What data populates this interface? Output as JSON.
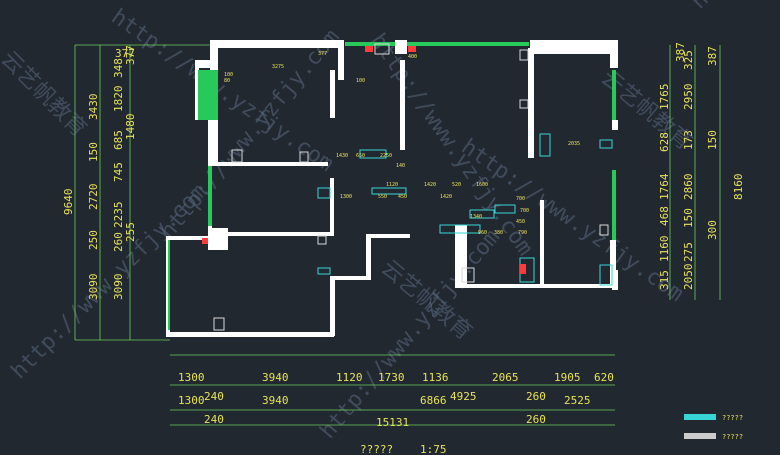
{
  "watermark": {
    "url": "http://www.yzfjy.com",
    "cn": "云艺帆教育"
  },
  "room_labels": [
    "3275",
    "377",
    "100",
    "80",
    "100",
    "400",
    "2035",
    "1430",
    "650",
    "2250",
    "140",
    "1120",
    "1420",
    "1300",
    "550",
    "450",
    "520",
    "1600",
    "1340",
    "960",
    "380",
    "790",
    "700",
    "700",
    "450",
    "1420"
  ],
  "dims": {
    "left_outer": [
      "9640"
    ],
    "left_mid": [
      "3430",
      "150",
      "2720",
      "250",
      "3090"
    ],
    "left_inner": [
      "348",
      "1820",
      "685",
      "745",
      "2235",
      "260",
      "3090"
    ],
    "left_edge": [
      "377",
      "1480",
      "255"
    ],
    "right_inner": [
      "1765",
      "628",
      "1764",
      "468",
      "1160",
      "315"
    ],
    "right_mid": [
      "325",
      "2950",
      "173",
      "2860",
      "150",
      "275",
      "2050"
    ],
    "right_outer": [
      "387",
      "150",
      "300"
    ],
    "right_total": [
      "8160"
    ],
    "bottom_row1": [
      "1300",
      "3940",
      "1120",
      "1730",
      "1136",
      "2065",
      "1905",
      "620"
    ],
    "bottom_row2": [
      "1300",
      "240",
      "3940",
      "6866",
      "4925",
      "260",
      "2525"
    ],
    "bottom_row3": [
      "240",
      "15131",
      "260"
    ],
    "top_left": "377",
    "top_right": "387"
  },
  "title": {
    "name": "?????",
    "scale": "1:75"
  },
  "legend": [
    "?????",
    "?????"
  ]
}
